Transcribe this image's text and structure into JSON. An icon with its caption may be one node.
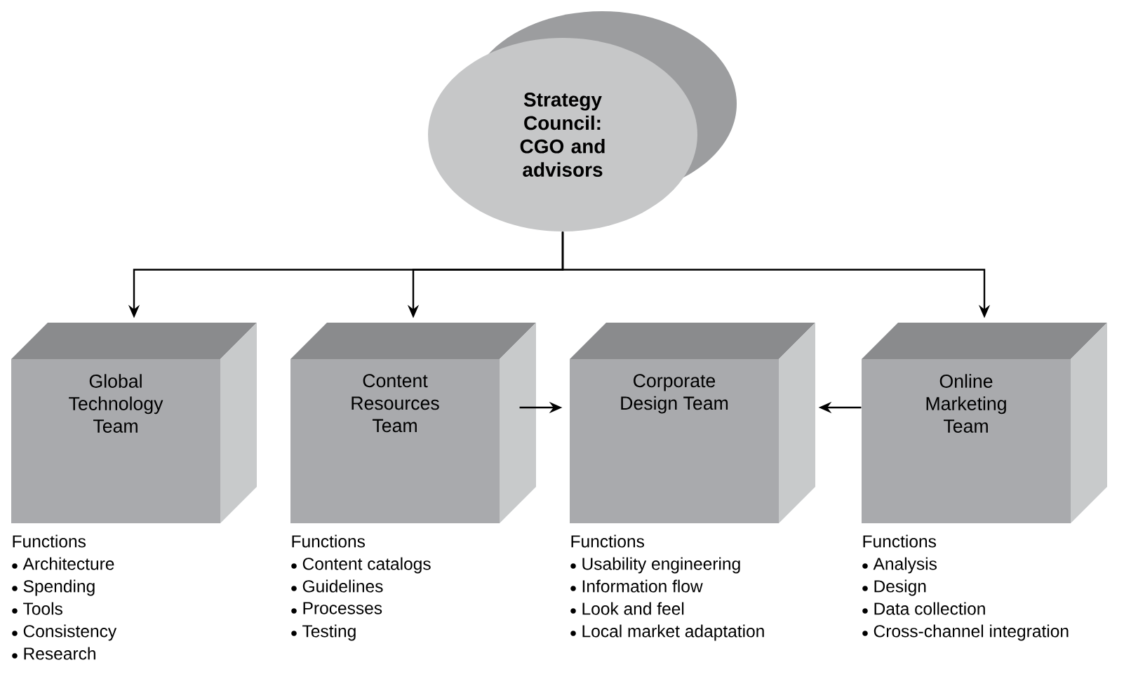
{
  "diagram": {
    "nodes": [
      {
        "text": [
          "Strategy Council: CGO and advisors"
        ]
      },
      {
        "text": [
          "Global Technology Team"
        ],
        "beside": [
          "Functions",
          "Architecture",
          "Spending",
          "Tools",
          "Consistency",
          "Research"
        ]
      },
      {
        "text": [
          "Content Resources Team"
        ],
        "beside": [
          "Functions",
          "Content catalogs",
          "Guidelines",
          "Processes",
          "Testing"
        ]
      },
      {
        "text": [
          "Corporate Design Team"
        ],
        "beside": [
          "Functions",
          "Usability engineering",
          "Information flow",
          "Look and feel",
          "Local market adaptation"
        ]
      },
      {
        "text": [
          "Online Marketing Team"
        ],
        "beside": [
          "Functions",
          "Analysis",
          "Design",
          "Data collection",
          "Cross-channel integration"
        ]
      }
    ],
    "edges": [
      {
        "from": 0,
        "to": 1,
        "arrow": "to"
      },
      {
        "from": 0,
        "to": 2,
        "arrow": "to"
      },
      {
        "from": 0,
        "to": 4,
        "arrow": "to"
      },
      {
        "from": 2,
        "to": 3,
        "arrow": "to"
      },
      {
        "from": 4,
        "to": 3,
        "arrow": "to"
      }
    ]
  }
}
